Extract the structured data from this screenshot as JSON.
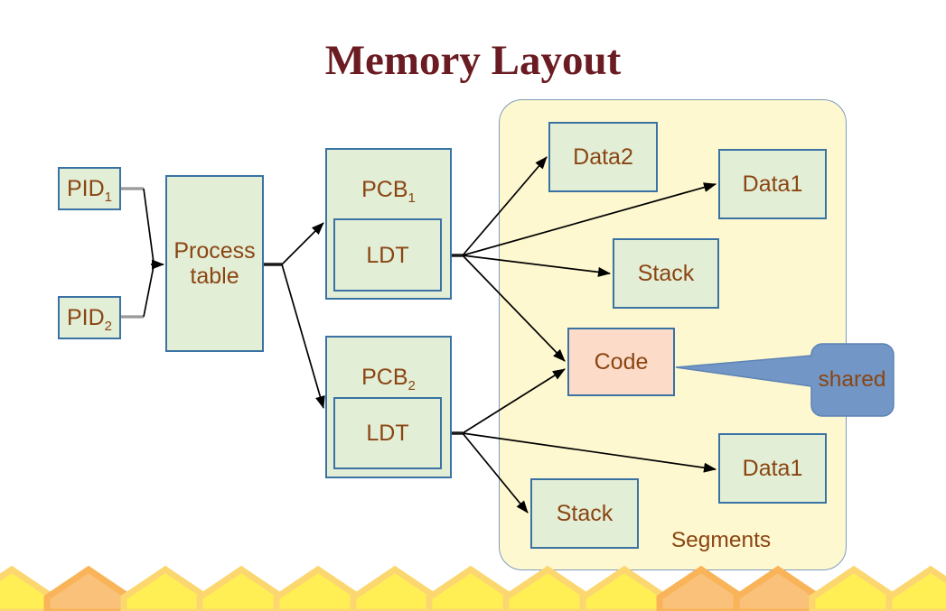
{
  "title": "Memory Layout",
  "diagram": {
    "nodes": {
      "pid1": {
        "base": "PID",
        "sub": "1"
      },
      "pid2": {
        "base": "PID",
        "sub": "2"
      },
      "process_table": "Process table",
      "pcb1": {
        "base": "PCB",
        "sub": "1"
      },
      "ldt1": "LDT",
      "pcb2": {
        "base": "PCB",
        "sub": "2"
      },
      "ldt2": "LDT",
      "data2": "Data2",
      "data1_top": "Data1",
      "stack_top": "Stack",
      "code": "Code",
      "data1_bottom": "Data1",
      "stack_bottom": "Stack"
    },
    "panel_label": "Segments",
    "callout_label": "shared",
    "edges": [
      {
        "from": "PID1",
        "to": "Process table"
      },
      {
        "from": "PID2",
        "to": "Process table"
      },
      {
        "from": "Process table",
        "to": "PCB1"
      },
      {
        "from": "Process table",
        "to": "PCB2"
      },
      {
        "from": "LDT1",
        "to": "Data2"
      },
      {
        "from": "LDT1",
        "to": "Data1 (top)"
      },
      {
        "from": "LDT1",
        "to": "Stack (top)"
      },
      {
        "from": "LDT1",
        "to": "Code"
      },
      {
        "from": "LDT2",
        "to": "Code"
      },
      {
        "from": "LDT2",
        "to": "Data1 (bottom)"
      },
      {
        "from": "LDT2",
        "to": "Stack (bottom)"
      },
      {
        "from": "Code",
        "to": "shared callout"
      }
    ]
  },
  "colors": {
    "title_maroon": "#6a1c22",
    "text_brown": "#8a4513",
    "node_fill": "#e3eed6",
    "node_border": "#3a72a4",
    "code_fill": "#fcdcc8",
    "panel_fill": "#fdf8cf",
    "panel_border": "#7d9cbd",
    "callout_fill": "#7297c6",
    "callout_border": "#5c83b5",
    "connector": "#000000",
    "stub_gray": "#999999",
    "hex_yellow_fill": "#ffef55",
    "hex_yellow_border": "#fcd76f",
    "hex_orange_fill": "#f9c179",
    "hex_orange_border": "#f9b459"
  }
}
